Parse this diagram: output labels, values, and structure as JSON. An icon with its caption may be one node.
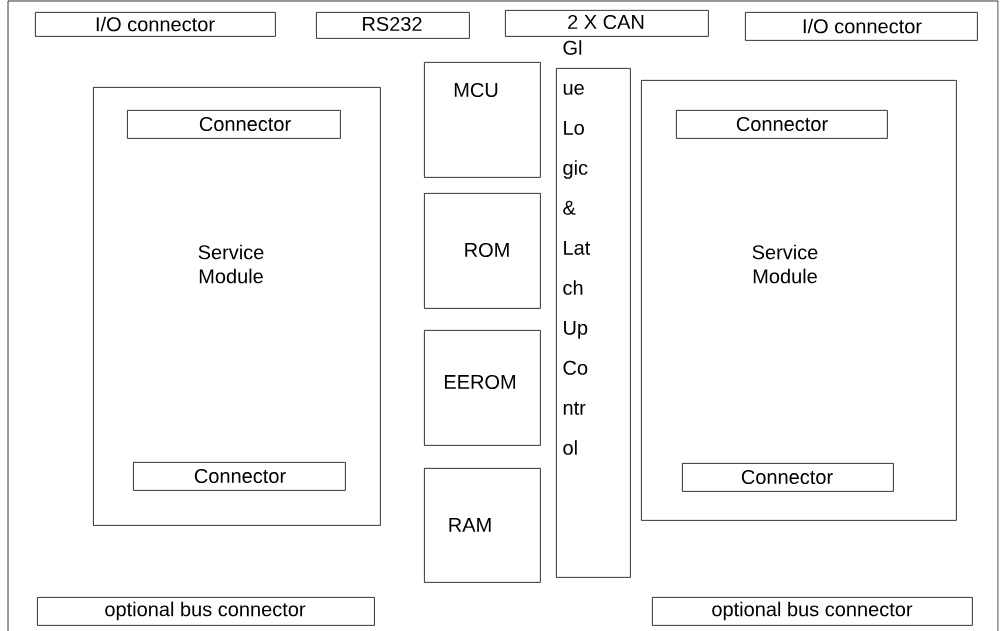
{
  "diagram": {
    "nodes": [
      {
        "text": [
          "I/O connector"
        ]
      },
      {
        "text": [
          "RS232"
        ]
      },
      {
        "text": [
          "2 X CAN"
        ]
      },
      {
        "text": [
          "I/O connector"
        ]
      },
      {
        "text": [
          "Service Module"
        ]
      },
      {
        "text": [
          "Connector"
        ],
        "in": 4
      },
      {
        "text": [
          "Connector"
        ],
        "in": 4
      },
      {
        "text": [
          "MCU"
        ]
      },
      {
        "text": [
          "ROM"
        ]
      },
      {
        "text": [
          "EEROM"
        ]
      },
      {
        "text": [
          "RAM"
        ]
      },
      {
        "text": [
          "Gl ue Lo gic & Lat ch Up Co ntr ol"
        ]
      },
      {
        "text": [
          "Service Module"
        ]
      },
      {
        "text": [
          "Connector"
        ],
        "in": 12
      },
      {
        "text": [
          "Connector"
        ],
        "in": 12
      },
      {
        "text": [
          "optional bus connector"
        ]
      },
      {
        "text": [
          "optional bus connector"
        ]
      }
    ]
  }
}
